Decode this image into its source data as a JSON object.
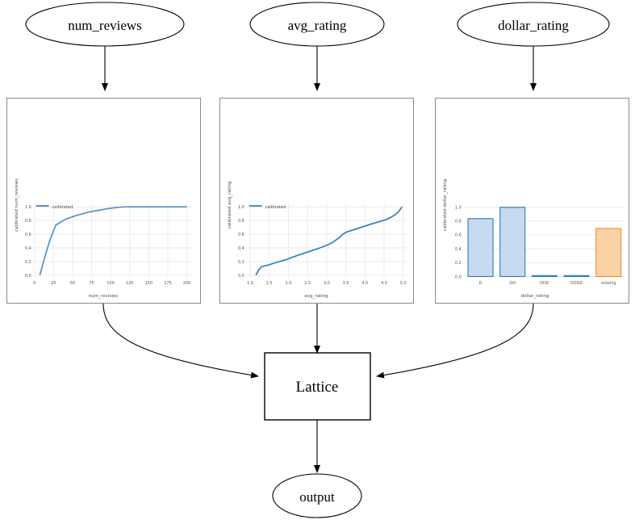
{
  "diagram": {
    "type": "calibrated-lattice-model-graph",
    "input_nodes": [
      {
        "id": "num_reviews",
        "label": "num_reviews"
      },
      {
        "id": "avg_rating",
        "label": "avg_rating"
      },
      {
        "id": "dollar_rating",
        "label": "dollar_rating"
      }
    ],
    "process_node": {
      "id": "lattice",
      "label": "Lattice"
    },
    "output_node": {
      "id": "output",
      "label": "output"
    },
    "edges": [
      {
        "from": "num_reviews",
        "to": "num_reviews_calibrator"
      },
      {
        "from": "avg_rating",
        "to": "avg_rating_calibrator"
      },
      {
        "from": "dollar_rating",
        "to": "dollar_rating_calibrator"
      },
      {
        "from": "num_reviews_calibrator",
        "to": "lattice"
      },
      {
        "from": "avg_rating_calibrator",
        "to": "lattice"
      },
      {
        "from": "dollar_rating_calibrator",
        "to": "lattice"
      },
      {
        "from": "lattice",
        "to": "output"
      }
    ]
  },
  "colors": {
    "line_blue": "#5391c4",
    "bar_blue_fill": "#c6dbef",
    "bar_blue_edge": "#2b7bba",
    "bar_orange_fill": "#fdd3a5",
    "bar_orange_edge": "#f08c28",
    "grid": "#eaeaf2",
    "axis_text": "#555555",
    "panel_border": "#8a8a8a",
    "node_stroke": "#000000"
  },
  "chart_data": [
    {
      "id": "num_reviews_calibrator",
      "type": "line",
      "title": "",
      "xlabel": "num_reviews",
      "ylabel": "calibrated num_reviews",
      "legend": [
        "calibrated"
      ],
      "legend_position": "upper left",
      "grid": true,
      "xlim": [
        0,
        208
      ],
      "ylim": [
        -0.04,
        1.05
      ],
      "xticks": [
        0,
        25,
        50,
        75,
        100,
        125,
        150,
        175,
        200
      ],
      "xticklabels": [
        "0",
        "25",
        "50",
        "75",
        "100",
        "125",
        "150",
        "175",
        "200"
      ],
      "yticks": [
        0.0,
        0.2,
        0.4,
        0.6,
        0.8,
        1.0
      ],
      "yticklabels": [
        "0.0",
        "0.2",
        "0.4",
        "0.6",
        "0.8",
        "1.0"
      ],
      "series": [
        {
          "name": "calibrated",
          "x": [
            7,
            13,
            20,
            28,
            31,
            41,
            55,
            72,
            95,
            110,
            118,
            140,
            170,
            200
          ],
          "y": [
            0.0,
            0.245,
            0.505,
            0.735,
            0.753,
            0.82,
            0.875,
            0.925,
            0.972,
            0.993,
            1.0,
            1.0,
            1.0,
            1.0
          ]
        }
      ]
    },
    {
      "id": "avg_rating_calibrator",
      "type": "line",
      "title": "",
      "xlabel": "avg_rating",
      "ylabel": "calibrated avg_rating",
      "legend": [
        "calibrated"
      ],
      "legend_position": "upper left",
      "grid": true,
      "xlim": [
        0.93,
        5.07
      ],
      "ylim": [
        -0.04,
        1.05
      ],
      "xticks": [
        1.0,
        1.5,
        2.0,
        2.5,
        3.0,
        3.5,
        4.0,
        4.5,
        5.0
      ],
      "xticklabels": [
        "1.0",
        "1.5",
        "2.0",
        "2.5",
        "3.0",
        "3.5",
        "4.0",
        "4.5",
        "5.0"
      ],
      "yticks": [
        0.0,
        0.2,
        0.4,
        0.6,
        0.8,
        1.0
      ],
      "yticklabels": [
        "0.0",
        "0.2",
        "0.4",
        "0.6",
        "0.8",
        "1.0"
      ],
      "series": [
        {
          "name": "calibrated",
          "x": [
            1.15,
            1.22,
            1.3,
            1.45,
            1.62,
            1.8,
            1.95,
            2.1,
            2.3,
            2.48,
            2.62,
            2.8,
            2.98,
            3.15,
            3.32,
            3.42,
            3.52,
            3.62,
            3.8,
            3.98,
            4.18,
            4.38,
            4.55,
            4.68,
            4.8,
            4.88,
            4.93,
            4.97
          ],
          "y": [
            0.0,
            0.075,
            0.125,
            0.145,
            0.175,
            0.205,
            0.228,
            0.262,
            0.302,
            0.335,
            0.362,
            0.395,
            0.432,
            0.478,
            0.545,
            0.6,
            0.632,
            0.65,
            0.682,
            0.715,
            0.752,
            0.785,
            0.812,
            0.848,
            0.89,
            0.93,
            0.97,
            1.0
          ]
        }
      ]
    },
    {
      "id": "dollar_rating_calibrator",
      "type": "bar",
      "title": "",
      "xlabel": "dollar_rating",
      "ylabel": "calibrated dollar_rating",
      "grid": true,
      "ylim": [
        -0.02,
        1.05
      ],
      "yticks": [
        0.0,
        0.2,
        0.4,
        0.6,
        0.8,
        1.0
      ],
      "yticklabels": [
        "0.0",
        "0.2",
        "0.4",
        "0.6",
        "0.8",
        "1.0"
      ],
      "categories": [
        "D",
        "DD",
        "DDD",
        "DDDD",
        "missing"
      ],
      "values": [
        0.832,
        0.994,
        0.008,
        0.0,
        0.69
      ],
      "bar_colors": [
        "blue",
        "blue",
        "blue",
        "blue",
        "orange"
      ]
    }
  ]
}
